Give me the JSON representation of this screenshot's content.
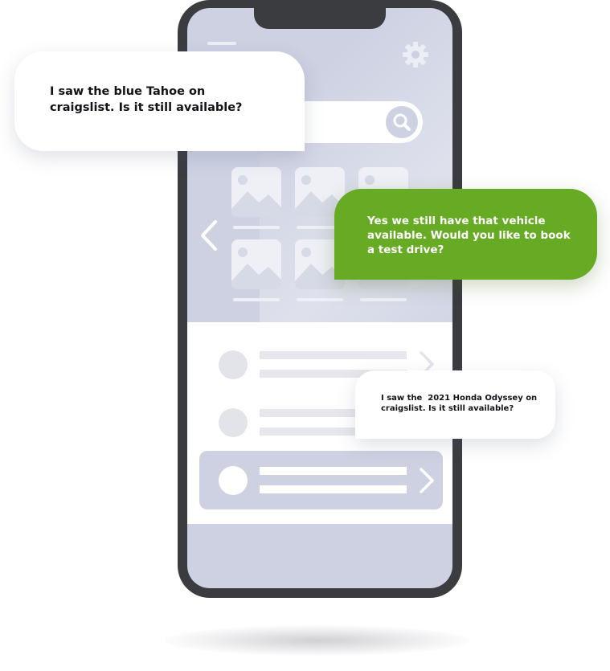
{
  "phone": {
    "icons": {
      "menu": "hamburger-icon",
      "settings": "gear-icon",
      "search": "search-icon",
      "back": "chevron-left-icon",
      "forward": "chevron-right-icon",
      "image": "image-placeholder-icon"
    },
    "colors": {
      "frame": "#3a3c40",
      "screen": "#cdd1e2",
      "panel": "#ffffff",
      "placeholder": "#e6e7ec"
    }
  },
  "messages": [
    {
      "text": "I saw the blue Tahoe on craigslist. Is it still available?"
    },
    {
      "text": "Yes we still have that vehicle available. Would you like to book a test drive?",
      "color": "#66ab23"
    },
    {
      "text": "I saw the  2021 Honda Odyssey on craigslist. Is it still available?"
    }
  ]
}
